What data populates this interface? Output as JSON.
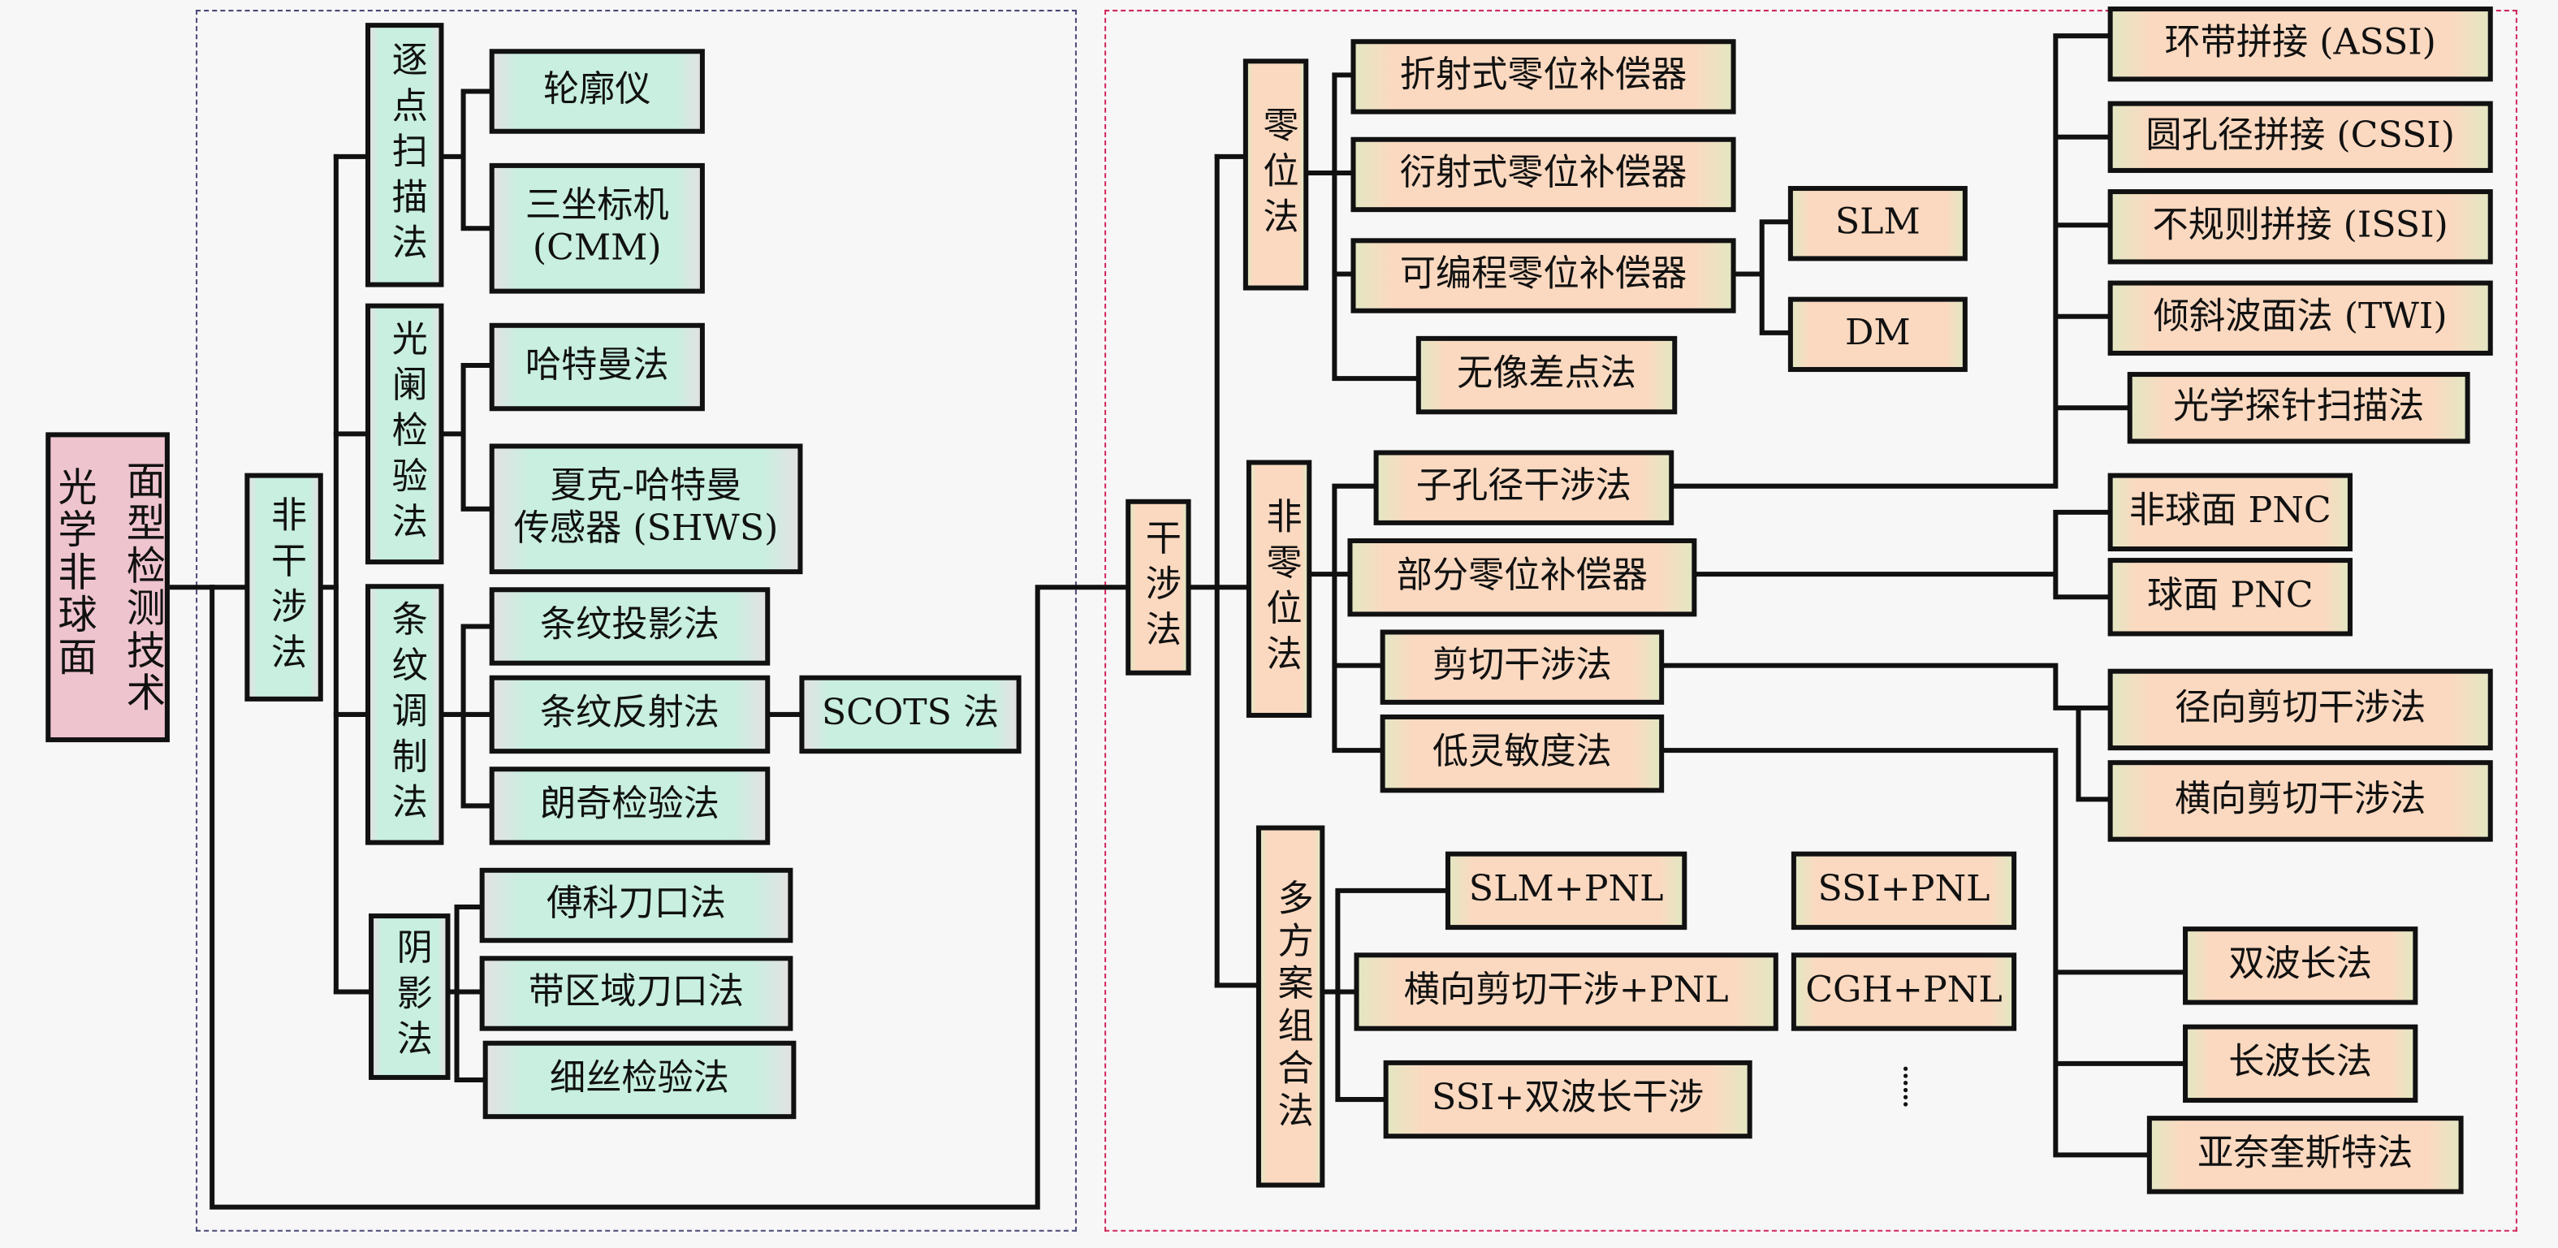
{
  "root": {
    "label": "光学非球面面型检测技术",
    "col1": "光学非球面",
    "col2": "面型检测技术"
  },
  "non_interference": {
    "label": "非干涉法",
    "groups": [
      {
        "label": "逐点扫描法",
        "items": [
          "轮廓仪",
          "三坐标机\n(CMM)"
        ]
      },
      {
        "label": "光阑检验法",
        "items": [
          "哈特曼法",
          "夏克-哈特曼\n传感器 (SHWS)"
        ]
      },
      {
        "label": "条纹调制法",
        "items": [
          "条纹投影法",
          "条纹反射法",
          "朗奇检验法"
        ],
        "sub": {
          "条纹反射法": [
            "SCOTS 法"
          ]
        }
      },
      {
        "label": "阴影法",
        "items": [
          "傅科刀口法",
          "带区域刀口法",
          "细丝检验法"
        ]
      }
    ]
  },
  "interference": {
    "label": "干涉法",
    "null": {
      "label": "零位法",
      "items": [
        "折射式零位补偿器",
        "衍射式零位补偿器",
        "可编程零位补偿器",
        "无像差点法"
      ],
      "programmable_sub": [
        "SLM",
        "DM"
      ]
    },
    "non_null": {
      "label": "非零位法",
      "items": [
        "子孔径干涉法",
        "部分零位补偿器",
        "剪切干涉法",
        "低灵敏度法"
      ],
      "subaperture_sub": [
        "环带拼接 (ASSI)",
        "圆孔径拼接 (CSSI)",
        "不规则拼接 (ISSI)",
        "倾斜波面法 (TWI)",
        "光学探针扫描法"
      ],
      "partial_null_sub": [
        "非球面 PNC",
        "球面 PNC"
      ],
      "shearing_sub": [
        "径向剪切干涉法",
        "横向剪切干涉法"
      ],
      "low_sensitivity_sub": [
        "双波长法",
        "长波长法",
        "亚奈奎斯特法"
      ]
    },
    "combined": {
      "label": "多方案组合法",
      "items": [
        "SLM+PNL",
        "横向剪切干涉+PNL",
        "SSI+双波长干涉"
      ],
      "extra": [
        "SSI+PNL",
        "CGH+PNL"
      ],
      "ellipsis": "⋮"
    }
  },
  "colors": {
    "non_interference_fill": "#c8efe0",
    "interference_fill": "#fbd9c0",
    "root_fill": "#eec4cf",
    "left_border": "#4a4a78",
    "right_border": "#d0285a"
  }
}
